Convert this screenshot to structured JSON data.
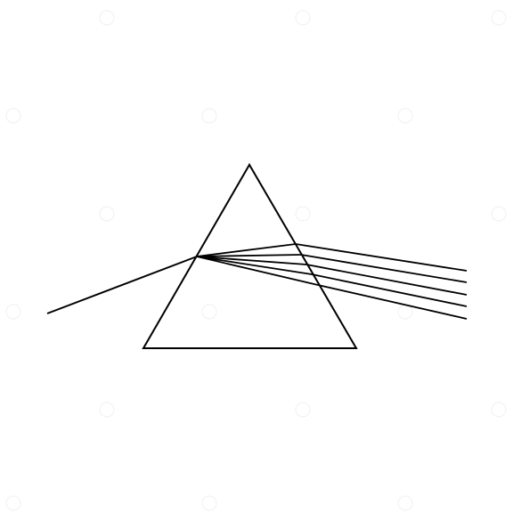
{
  "diagram": {
    "subject": "prism-dispersion",
    "line_color": "#000000",
    "background_color": "#ffffff",
    "elements": {
      "prism": "triangle",
      "incident_ray": "single-line",
      "refracted_rays_count": 5
    }
  }
}
